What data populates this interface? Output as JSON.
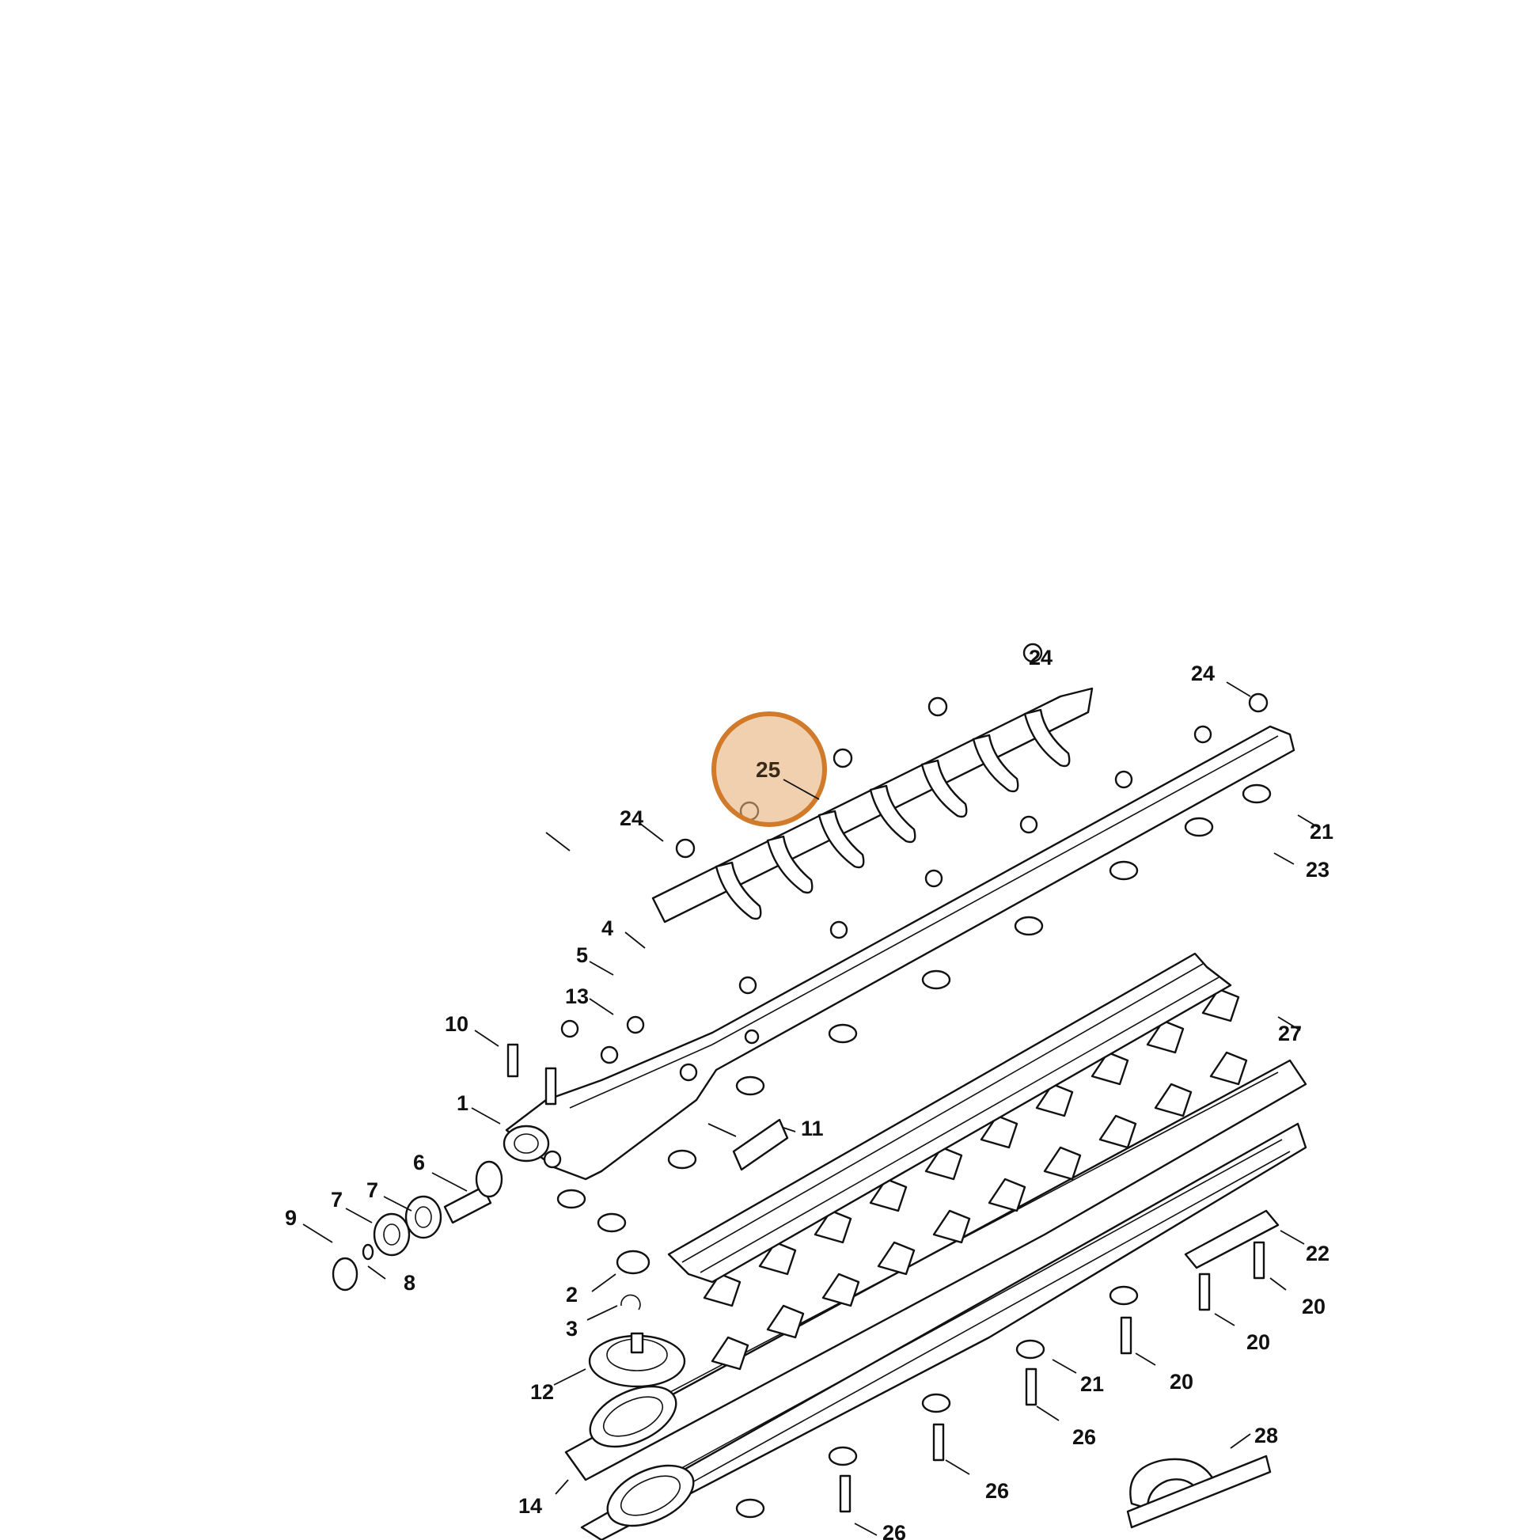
{
  "diagram": {
    "highlight": {
      "label": "25",
      "color": "#d07a2a"
    },
    "callouts": [
      "24",
      "24",
      "21",
      "23",
      "24",
      "4",
      "5",
      "13",
      "10",
      "27",
      "1",
      "11",
      "6",
      "7",
      "7",
      "9",
      "8",
      "22",
      "2",
      "20",
      "3",
      "20",
      "12",
      "20",
      "21",
      "26",
      "28",
      "26",
      "14",
      "26"
    ]
  }
}
